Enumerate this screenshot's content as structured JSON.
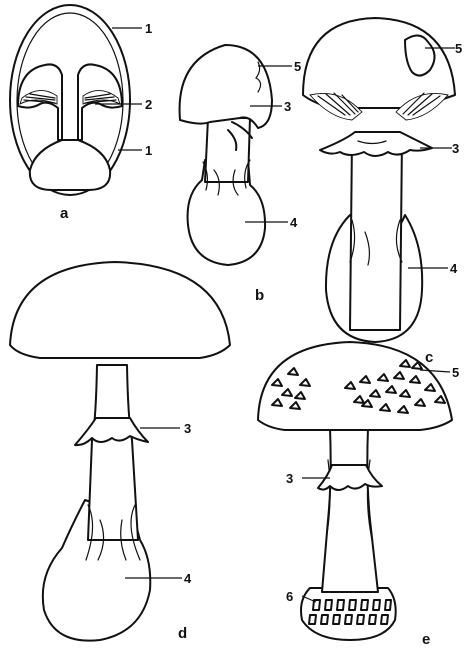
{
  "panels": {
    "a": {
      "letter": "a",
      "labels": [
        "1",
        "2",
        "1"
      ]
    },
    "b": {
      "letter": "b",
      "labels": [
        "5",
        "3",
        "4"
      ]
    },
    "c": {
      "letter": "c",
      "labels": [
        "5",
        "3",
        "4"
      ]
    },
    "d": {
      "letter": "d",
      "labels": [
        "3",
        "4"
      ]
    },
    "e": {
      "letter": "e",
      "labels": [
        "5",
        "3",
        "6"
      ]
    }
  },
  "colors": {
    "ink": "#111111",
    "paper": "#ffffff"
  }
}
